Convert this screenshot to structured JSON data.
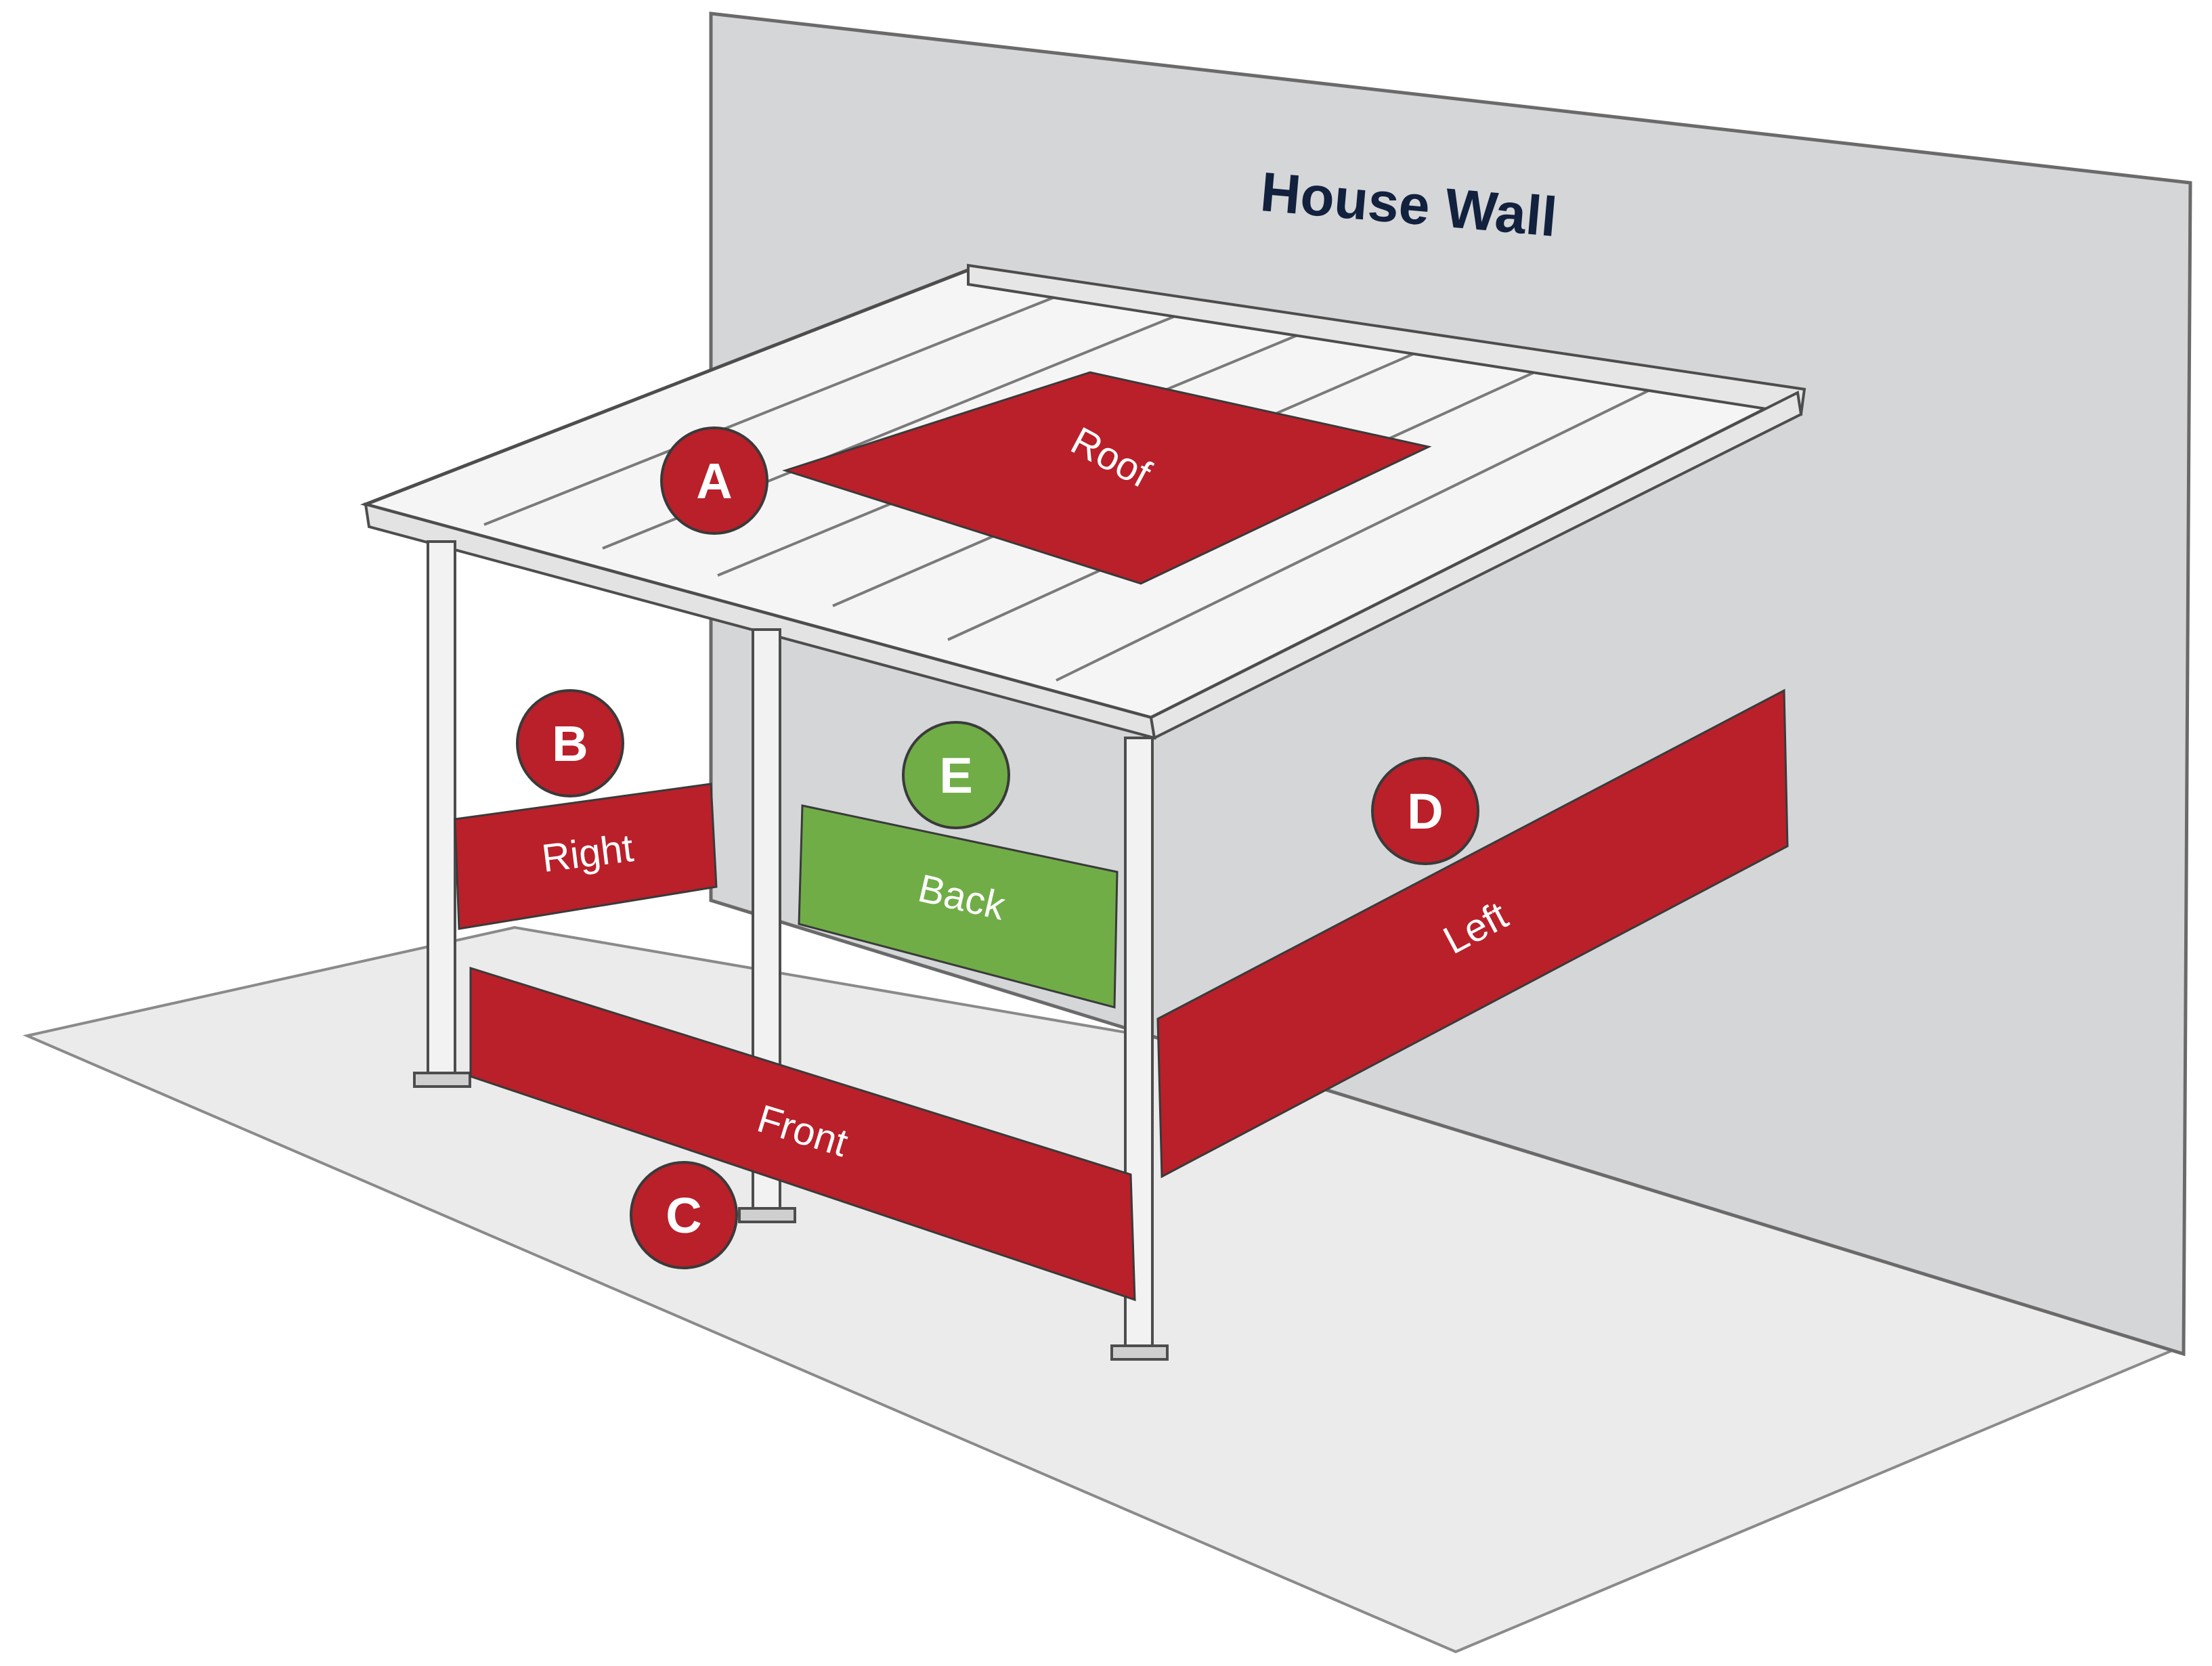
{
  "title": "House Wall",
  "panels": [
    {
      "id": "roof",
      "letter": "A",
      "label": "Roof",
      "color": "#b9202a"
    },
    {
      "id": "right",
      "letter": "B",
      "label": "Right",
      "color": "#b9202a"
    },
    {
      "id": "front",
      "letter": "C",
      "label": "Front",
      "color": "#b9202a"
    },
    {
      "id": "left",
      "letter": "D",
      "label": "Left",
      "color": "#b9202a"
    },
    {
      "id": "back",
      "letter": "E",
      "label": "Back",
      "color": "#70ad47"
    }
  ],
  "colors": {
    "wall": "#d5d6d8",
    "floor": "#ebebec",
    "frame": "#f4f4f4",
    "outline": "#5a5a5a",
    "accent_red": "#b9202a",
    "accent_green": "#70ad47",
    "title": "#12213d"
  }
}
